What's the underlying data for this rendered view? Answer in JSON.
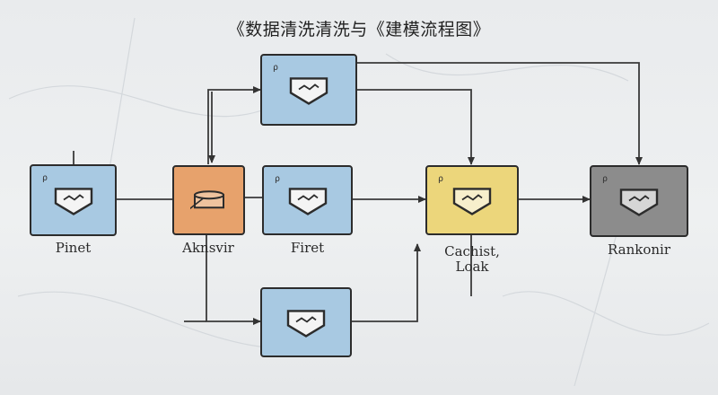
{
  "diagram": {
    "title": "《数据清洗清洗与《建模流程图》",
    "nodes": [
      {
        "id": "pinet",
        "label": "Pinet",
        "color": "#a8c9e2"
      },
      {
        "id": "aknsvir",
        "label": "Aknsvir",
        "color": "#e7a26c"
      },
      {
        "id": "firet",
        "label": "Firet",
        "color": "#a8c9e2"
      },
      {
        "id": "cachist",
        "label": "Cachist,\nLoak",
        "color": "#ecd67b"
      },
      {
        "id": "rankonir",
        "label": "Rankonir",
        "color": "#8c8c8c"
      }
    ],
    "unlabeled_nodes": [
      {
        "id": "top",
        "color": "#a8c9e2"
      },
      {
        "id": "bottom",
        "color": "#a8c9e2"
      }
    ],
    "edges": [
      {
        "from": "pinet",
        "to": "aknsvir"
      },
      {
        "from": "aknsvir",
        "to": "firet"
      },
      {
        "from": "aknsvir",
        "to": "top"
      },
      {
        "from": "top",
        "to": "aknsvir"
      },
      {
        "from": "firet",
        "to": "cachist"
      },
      {
        "from": "top",
        "to": "cachist"
      },
      {
        "from": "top",
        "to": "rankonir"
      },
      {
        "from": "cachist",
        "to": "rankonir"
      },
      {
        "from": "aknsvir",
        "to": "bottom"
      },
      {
        "from": "bottom",
        "to": "cachist"
      }
    ]
  }
}
